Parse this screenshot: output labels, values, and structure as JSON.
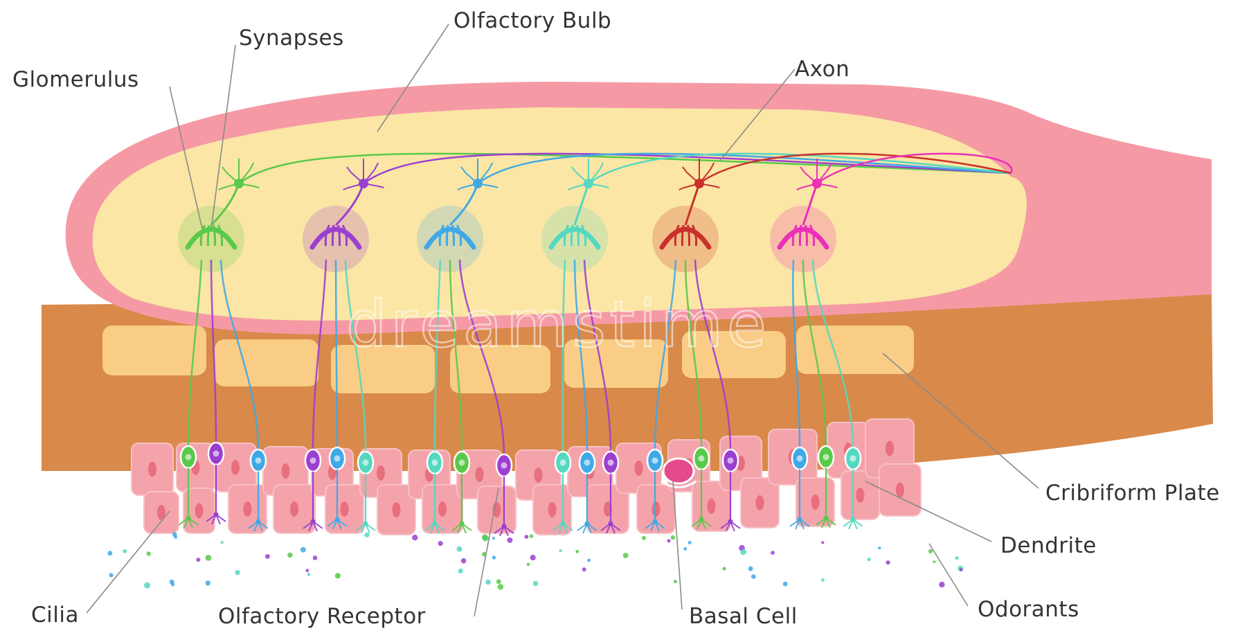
{
  "labels": {
    "glomerulus": "Glomerulus",
    "synapses": "Synapses",
    "olfactory_bulb": "Olfactory Bulb",
    "axon": "Axon",
    "cribriform_plate": "Cribriform Plate",
    "dendrite": "Dendrite",
    "odorants": "Odorants",
    "basal_cell": "Basal Cell",
    "olfactory_receptor": "Olfactory Receptor",
    "cilia": "Cilia"
  },
  "watermark": "dreamstime",
  "colors": {
    "bulb_outer": "#f59aa5",
    "bulb_inner": "#fbe6a5",
    "cribriform": "#d9894a",
    "plate_blocks": "#f9cd86",
    "epithelium": "#f4a3ab",
    "neurons": [
      "#59c94a",
      "#9b3fd1",
      "#3fa9e6",
      "#54d8c0",
      "#c9302b",
      "#ec2fb9"
    ]
  },
  "icons": {
    "neuron": "mitral-cell-icon",
    "receptor": "olfactory-receptor-cell-icon"
  }
}
